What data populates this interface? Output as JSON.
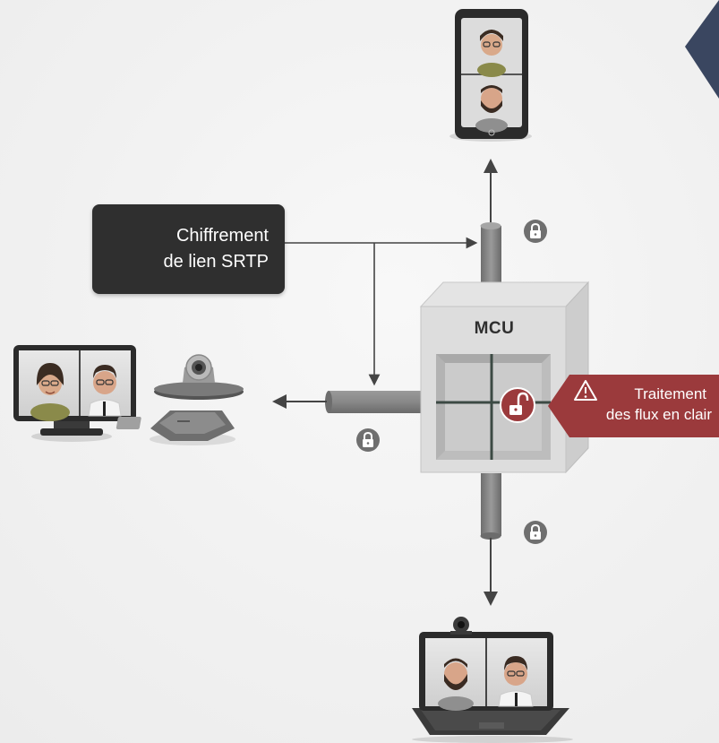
{
  "diagram": {
    "srtp_label_line1": "Chiffrement",
    "srtp_label_line2": "de lien SRTP",
    "mcu_label": "MCU",
    "warning_line1": "Traitement",
    "warning_line2": "des flux en clair"
  },
  "colors": {
    "dark_box": "#2f2f2f",
    "warning_red": "#9b3a3c",
    "pipe_grey": "#7d7d7d",
    "lock_grey": "#6f6f6f",
    "corner_accent": "#3a4660"
  },
  "icons": [
    "smartphone-icon",
    "desktop-monitor-icon",
    "ptz-camera-icon",
    "conference-phone-icon",
    "laptop-icon",
    "lock-icon",
    "unlocked-lock-icon",
    "warning-triangle-icon"
  ]
}
